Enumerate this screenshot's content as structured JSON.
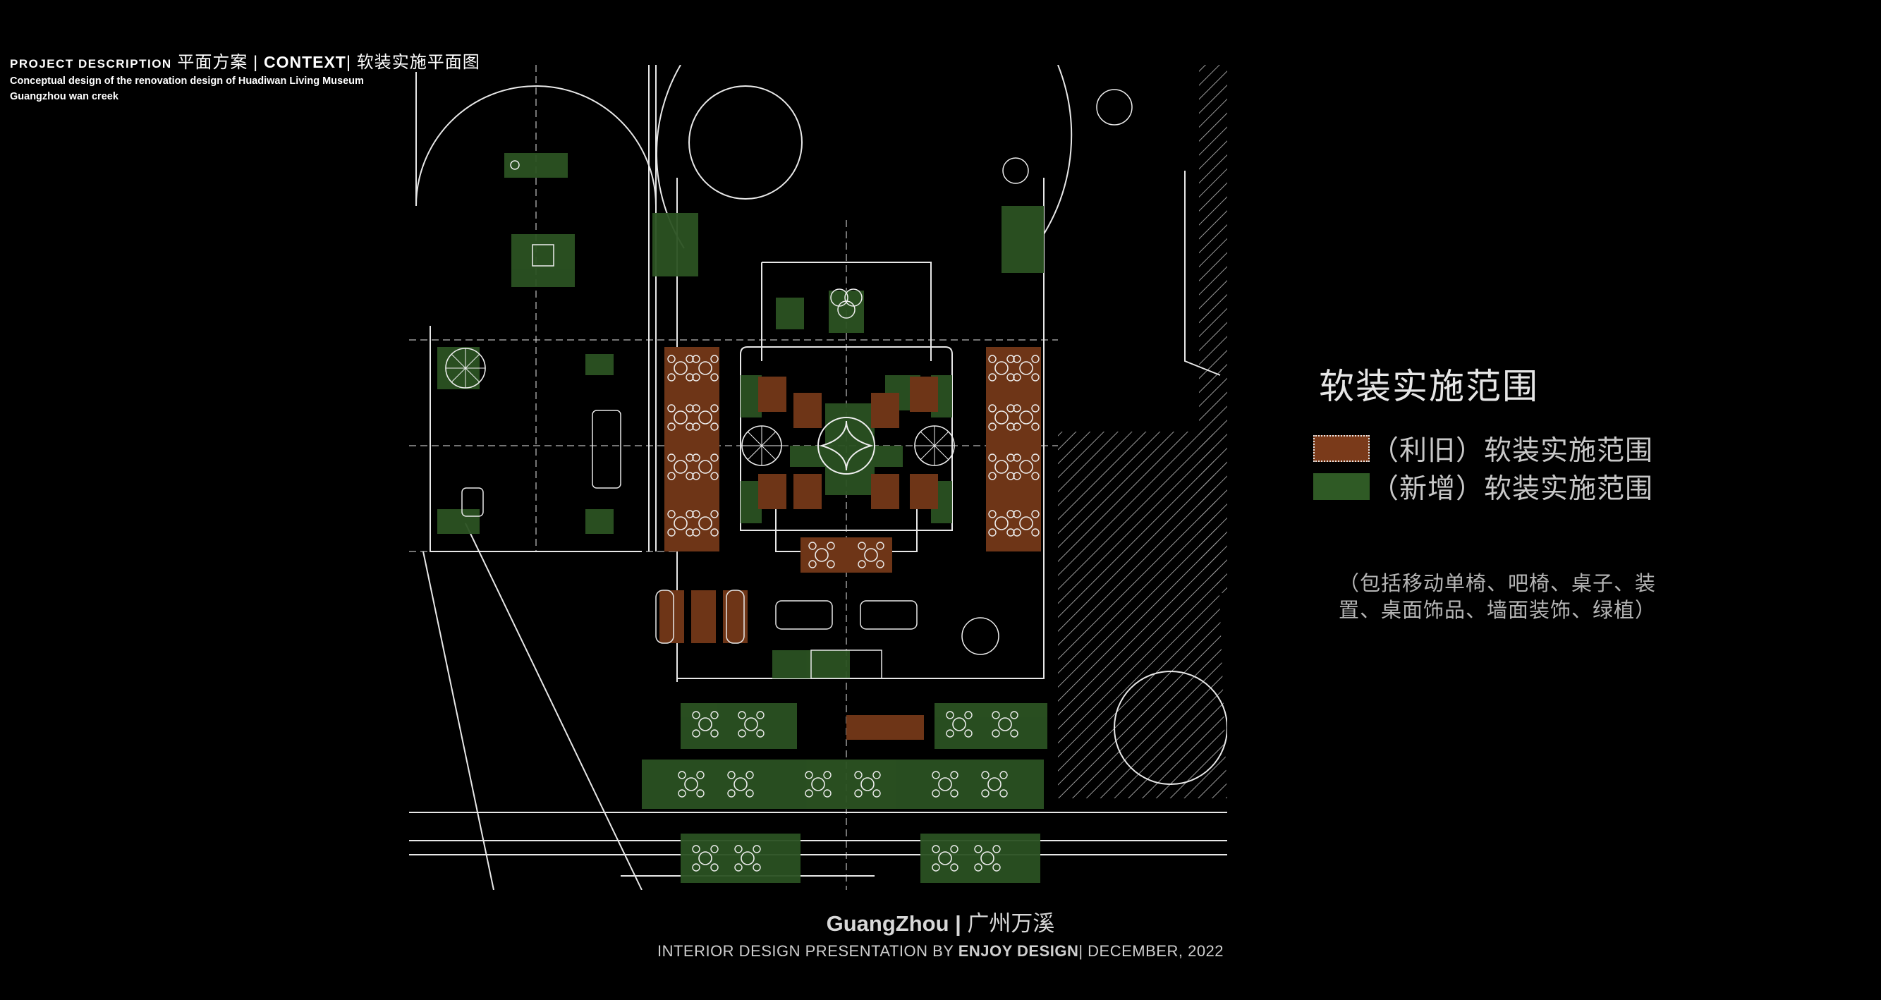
{
  "header": {
    "project_description": "PROJECT DESCRIPTION",
    "plan_scheme": "平面方案",
    "separator": "|",
    "context": "CONTEXT",
    "page_title": "| 软装实施平面图",
    "subtitle_line1": "Conceptual design of the renovation design of Huadiwan Living Museum",
    "subtitle_line2": "Guangzhou wan creek"
  },
  "legend": {
    "title": "软装实施范围",
    "items": [
      {
        "label": "（利旧）软装实施范围",
        "color": "#7a3a1a",
        "border": "dotted"
      },
      {
        "label": "（新增）软装实施范围",
        "color": "#2f5a25",
        "border": "none"
      }
    ],
    "note": "（包括移动单椅、吧椅、桌子、装 置、桌面饰品、墙面装饰、绿植）"
  },
  "plan": {
    "colors": {
      "reused": "#6e3517",
      "new": "#2b5222",
      "line": "#e8e8e8",
      "hatch": "#9a9a9a"
    }
  },
  "footer": {
    "city": "GuangZhou",
    "sep": " | ",
    "project": "广州万溪",
    "line2": "INTERIOR DESIGN PRESENTATION BY ",
    "company": "ENJOY DESIGN",
    "date": "| DECEMBER, 2022"
  }
}
